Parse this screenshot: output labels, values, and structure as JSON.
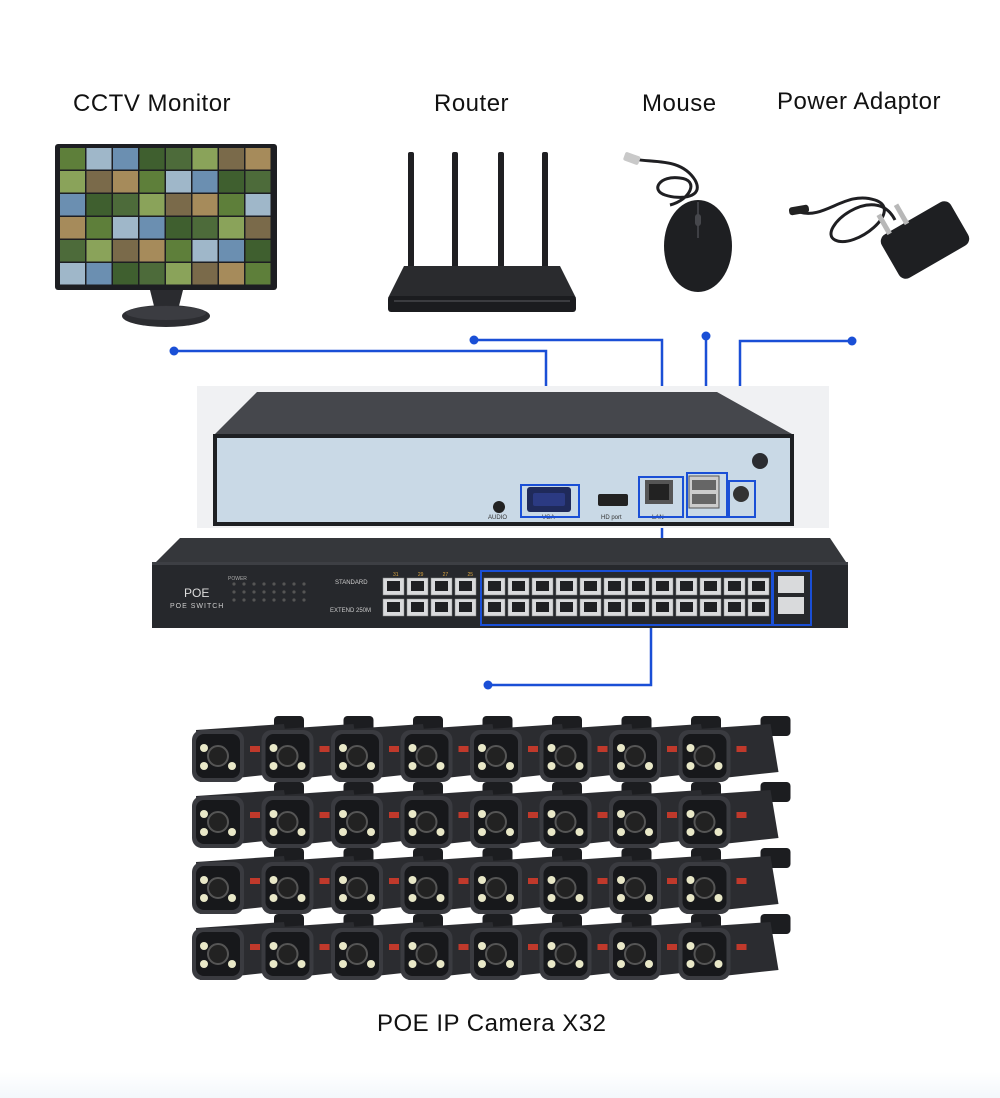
{
  "labels": {
    "monitor": "CCTV Monitor",
    "router": "Router",
    "mouse": "Mouse",
    "power": "Power Adaptor",
    "cameras": "POE IP Camera X32"
  },
  "nvr": {
    "audio": "AUDIO",
    "vga": "VGA",
    "hdmi": "HD port",
    "lan": "LAN"
  },
  "poe_switch": {
    "brand": "POE",
    "name": "POE SWITCH",
    "power": "POWER",
    "standard": "STANDARD",
    "extend": "EXTEND 250M",
    "top_ports": [
      "31",
      "29",
      "27",
      "25"
    ]
  },
  "colors": {
    "connector": "#1a4fd6",
    "device": "#2b2d31",
    "nvr_face": "#c9d9e6"
  },
  "camera_grid": {
    "rows": 4,
    "cols": 8
  }
}
